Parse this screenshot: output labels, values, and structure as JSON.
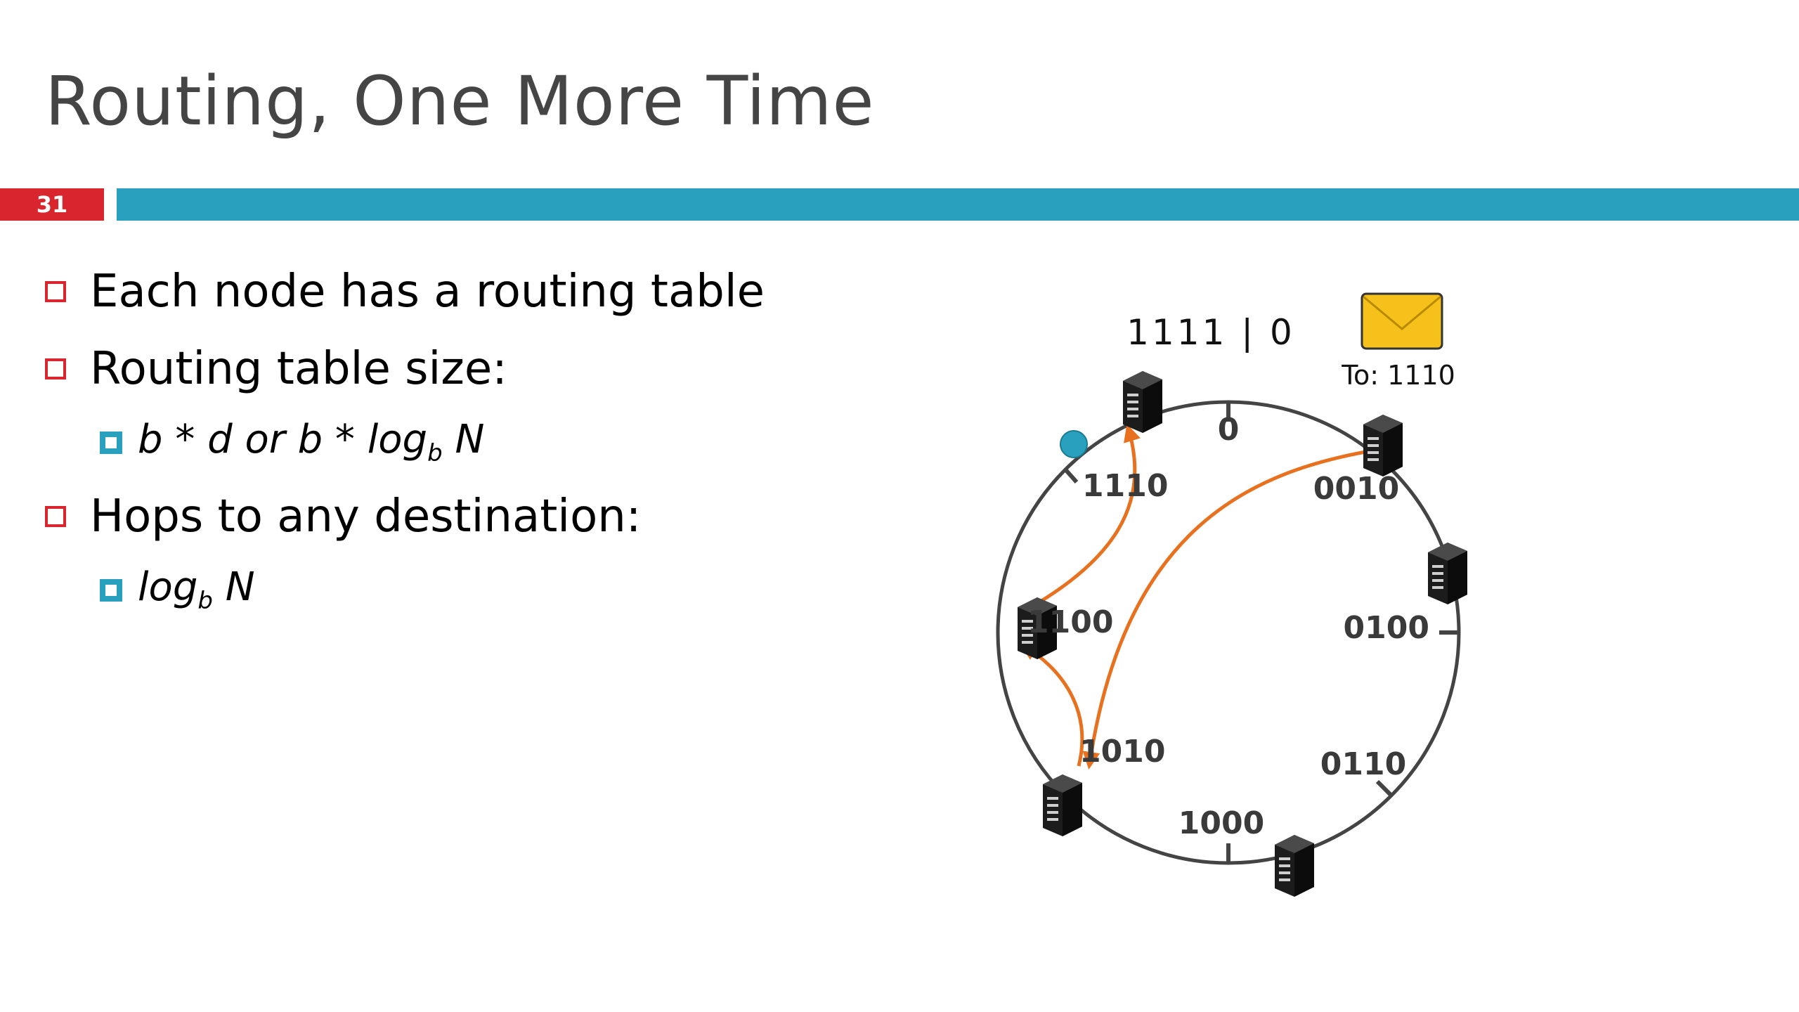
{
  "slide": {
    "title": "Routing, One More Time",
    "number": "31"
  },
  "bullets": [
    {
      "level": 1,
      "text": "Each node has a routing table"
    },
    {
      "level": 1,
      "text": "Routing table size:"
    },
    {
      "level": 2,
      "pre": "b * d or b * log",
      "sub": "b",
      "post": " N"
    },
    {
      "level": 1,
      "text": "Hops to any destination:"
    },
    {
      "level": 2,
      "pre": "log",
      "sub": "b",
      "post": " N"
    }
  ],
  "diagram": {
    "ring_top_label": "1111 | 0",
    "message_label": "To: 1110",
    "tick_labels": [
      "0",
      "0010",
      "0100",
      "0110",
      "1000",
      "1010",
      "1100",
      "1110"
    ],
    "colors": {
      "ring": "#444444",
      "arrow": "#e8711f",
      "marker": "#2aa0bf",
      "envelope": "#f5c11a"
    },
    "icons": [
      "server-icon",
      "envelope-icon"
    ]
  }
}
